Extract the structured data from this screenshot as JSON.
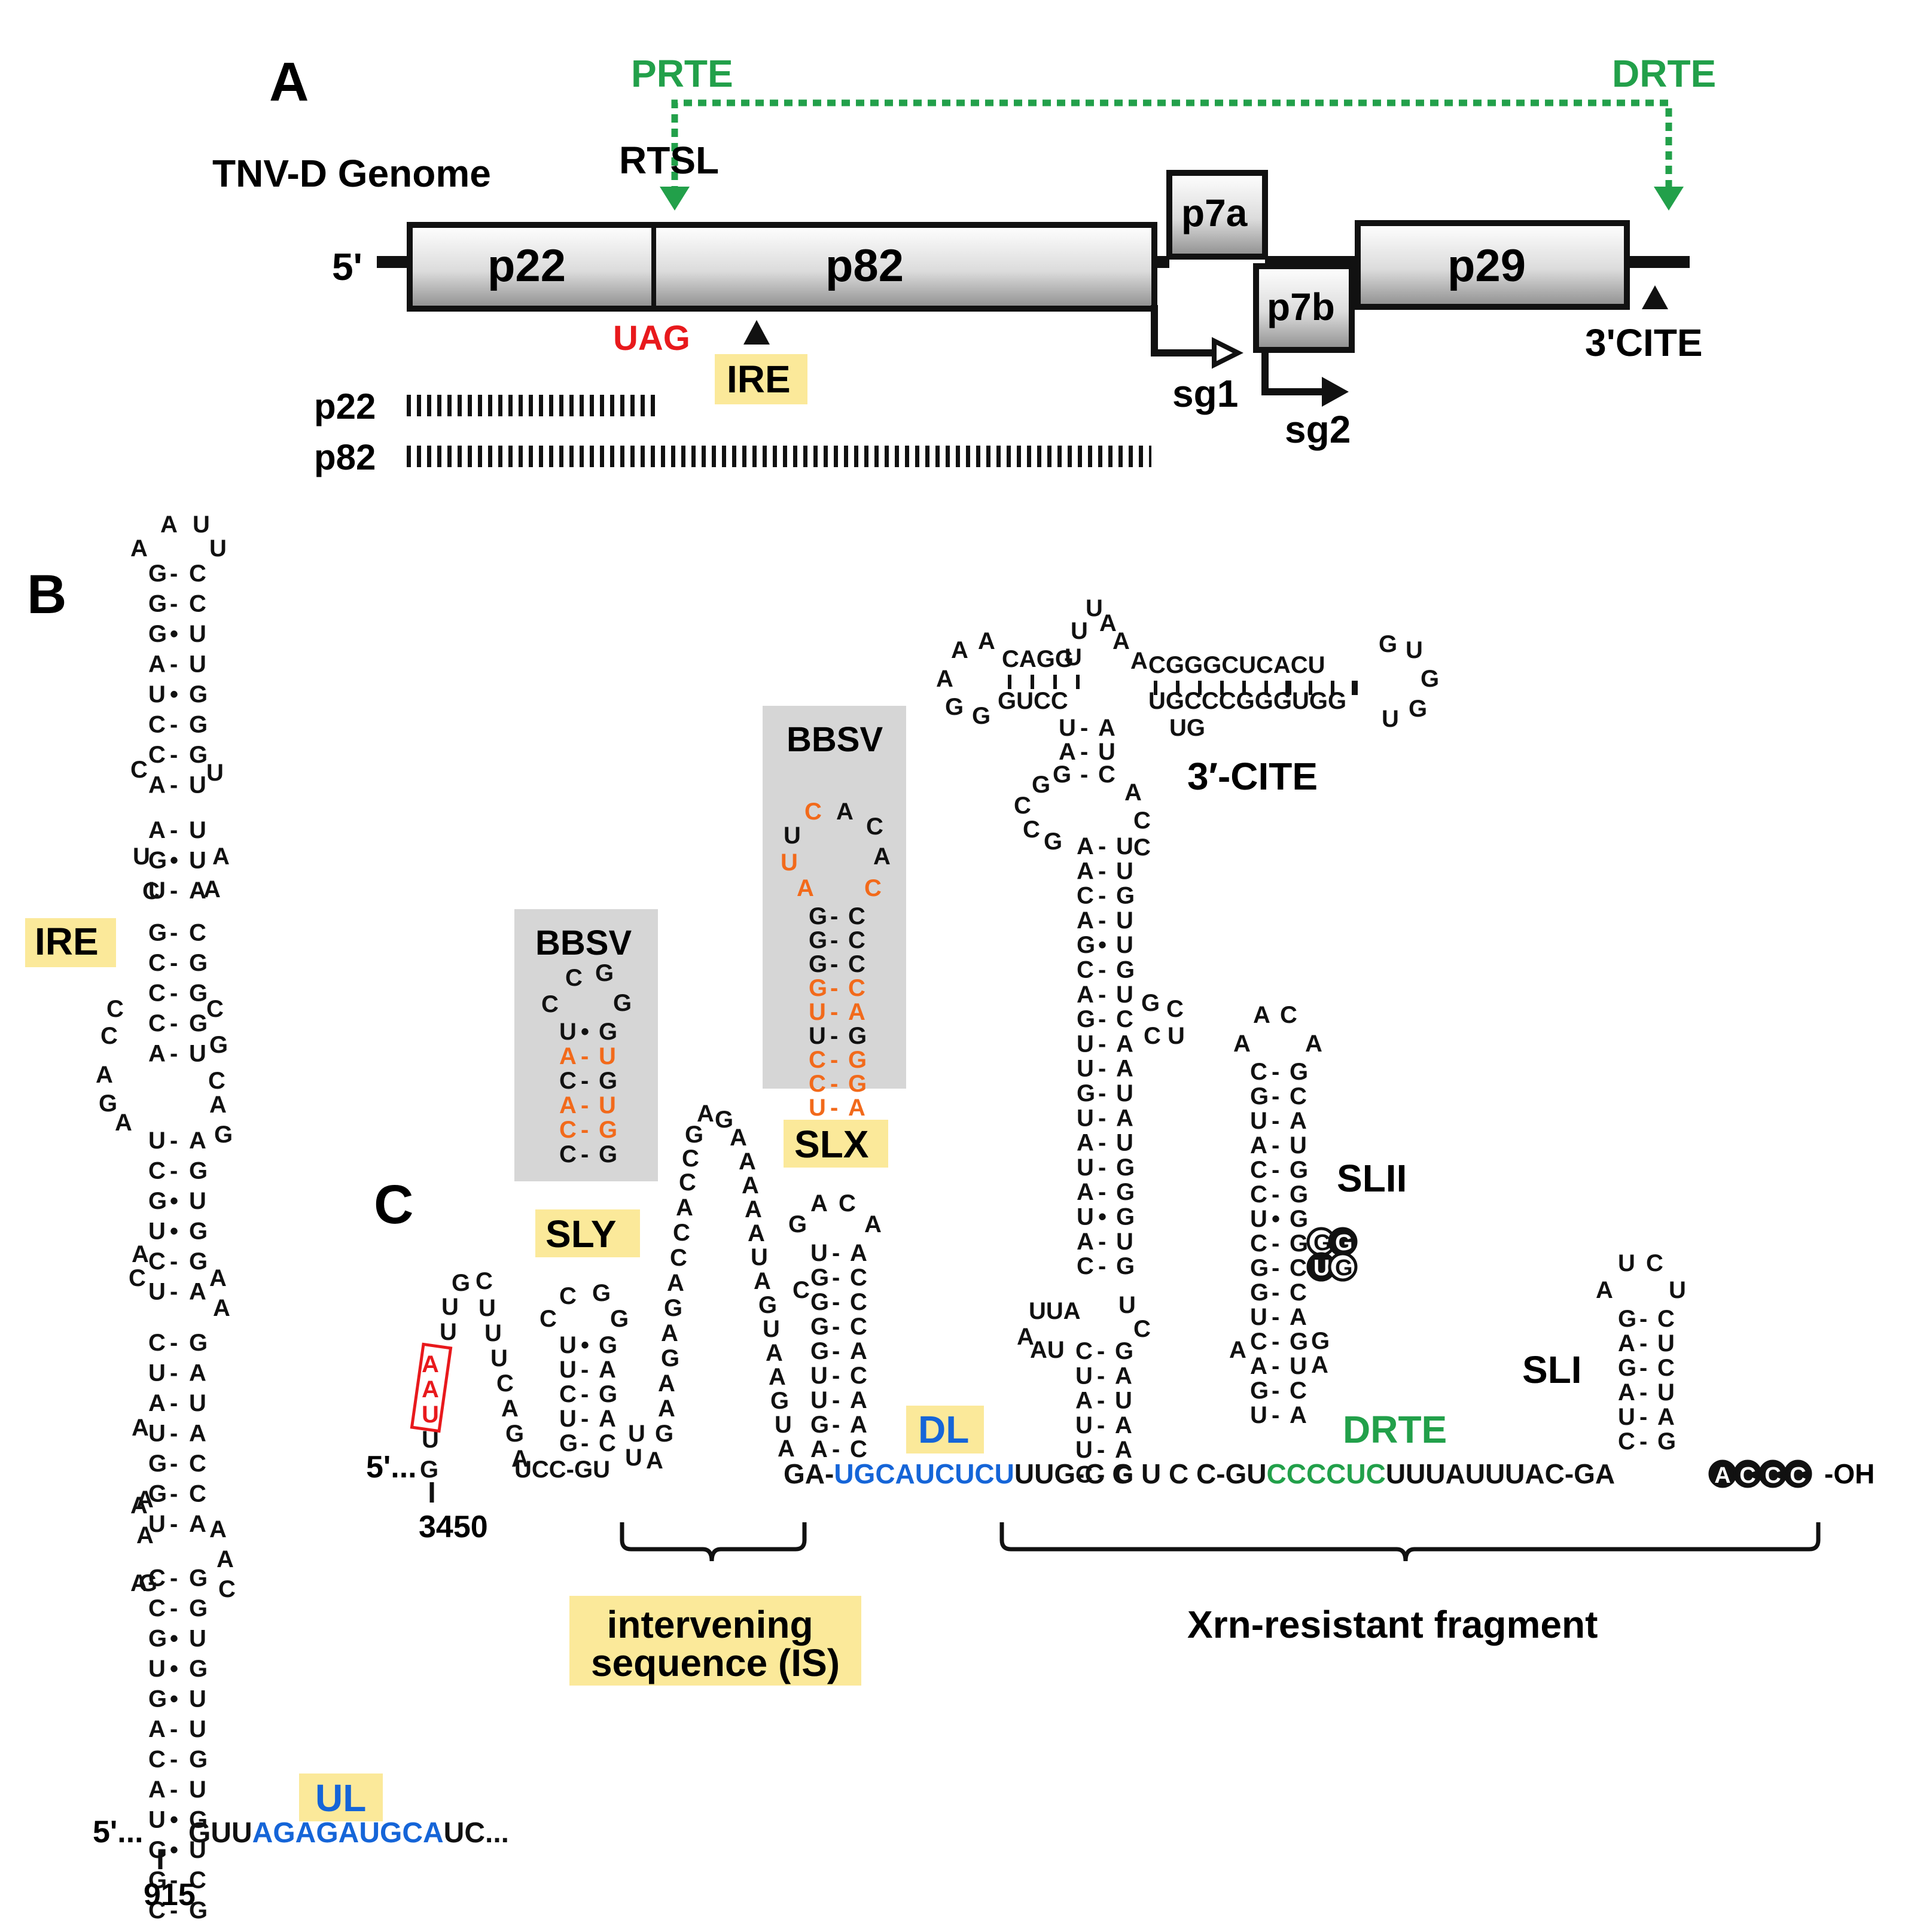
{
  "panelA": {
    "letter": "A",
    "genome_title": "TNV-D Genome",
    "five_prime": "5'",
    "orfs": {
      "p22": "p22",
      "p82": "p82",
      "p7a": "p7a",
      "p7b": "p7b",
      "p29": "p29"
    },
    "prte": "PRTE",
    "drte": "DRTE",
    "rtsl": "RTSL",
    "uag": "UAG",
    "ire": "IRE",
    "cite3": "3'CITE",
    "sg1": "sg1",
    "sg2": "sg2",
    "products": [
      "p22",
      "p82"
    ]
  },
  "panelB": {
    "letter": "B",
    "ire_label": "IRE",
    "ul_label": "UL",
    "five_prime": "5'...",
    "position": "915",
    "tail": [
      "GUU",
      "AGAGAUGCA",
      "UC..."
    ],
    "loop": [
      "A",
      "U",
      "A",
      "U"
    ],
    "stem": [
      [
        "G",
        "-",
        "C"
      ],
      [
        "G",
        "-",
        "C"
      ],
      [
        "G",
        "•",
        "U"
      ],
      [
        "A",
        "-",
        "U"
      ],
      [
        "U",
        "•",
        "G"
      ],
      [
        "C",
        "-",
        "G"
      ],
      [
        "C",
        "-",
        "G"
      ],
      [
        "A",
        "-",
        "U"
      ],
      [
        "A",
        "-",
        "U"
      ],
      [
        "G",
        "•",
        "U"
      ],
      [
        "U",
        "-",
        "A"
      ],
      [
        "G",
        "-",
        "C"
      ],
      [
        "C",
        "-",
        "G"
      ],
      [
        "C",
        "-",
        "G"
      ],
      [
        "C",
        "-",
        "G"
      ],
      [
        "A",
        "-",
        "U"
      ],
      [
        "U",
        "-",
        "A"
      ],
      [
        "C",
        "-",
        "G"
      ],
      [
        "G",
        "•",
        "U"
      ],
      [
        "U",
        "•",
        "G"
      ],
      [
        "C",
        "-",
        "G"
      ],
      [
        "U",
        "-",
        "A"
      ],
      [
        "C",
        "-",
        "G"
      ],
      [
        "U",
        "-",
        "A"
      ],
      [
        "A",
        "-",
        "U"
      ],
      [
        "U",
        "-",
        "A"
      ],
      [
        "G",
        "-",
        "C"
      ],
      [
        "G",
        "-",
        "C"
      ],
      [
        "U",
        "-",
        "A"
      ],
      [
        "C",
        "-",
        "G"
      ],
      [
        "C",
        "-",
        "G"
      ],
      [
        "G",
        "•",
        "U"
      ],
      [
        "U",
        "•",
        "G"
      ],
      [
        "G",
        "•",
        "U"
      ],
      [
        "A",
        "-",
        "U"
      ],
      [
        "C",
        "-",
        "G"
      ],
      [
        "A",
        "-",
        "U"
      ],
      [
        "U",
        "•",
        "G"
      ],
      [
        "G",
        "•",
        "U"
      ],
      [
        "G",
        "-",
        "C"
      ],
      [
        "C",
        "-",
        "G"
      ]
    ],
    "bulges_left": [
      "C",
      "U",
      "C",
      "C",
      "C",
      "A",
      "G",
      "A",
      "A",
      "C",
      "A",
      "A",
      "A",
      "A",
      "G",
      "A"
    ],
    "bulges_right": [
      "U",
      "A",
      "A",
      "C",
      "G",
      "C",
      "A",
      "G",
      "A",
      "A",
      "A",
      "A",
      "C"
    ]
  },
  "panelC": {
    "letter": "C",
    "five_prime": "5'...",
    "position": "3450",
    "sly": "SLY",
    "slx": "SLX",
    "bbsv": "BBSV",
    "sl2": "SLII",
    "sl1": "SLI",
    "dl": "DL",
    "drte": "DRTE",
    "cite": "3′-CITE",
    "is_label": "intervening sequence (IS)",
    "xrn": "Xrn-resistant fragment",
    "boxed_seq": [
      "A",
      "A",
      "U"
    ],
    "bottom_seq": [
      {
        "t": "GA-",
        "c": "#111111"
      },
      {
        "t": "UGCAUCUCU",
        "c": "#1565d8"
      },
      {
        "t": "UUG-C  G  U  C  C-GU",
        "c": "#111111"
      },
      {
        "t": "CCCCUC",
        "c": "#22a04a"
      },
      {
        "t": "UUUAUUUAC-GA",
        "c": "#111111"
      }
    ],
    "circled_end": [
      "A",
      "C",
      "C",
      "C"
    ],
    "oh": "-OH",
    "sl2_circled": [
      "G",
      "G",
      "U",
      "G"
    ]
  },
  "colors": {
    "green": "#22a04a",
    "red": "#e8191c",
    "blue": "#1565d8",
    "orange": "#f26a1b",
    "yellow": "#fbe99a",
    "grey": "#d6d6d6",
    "black": "#111111"
  }
}
